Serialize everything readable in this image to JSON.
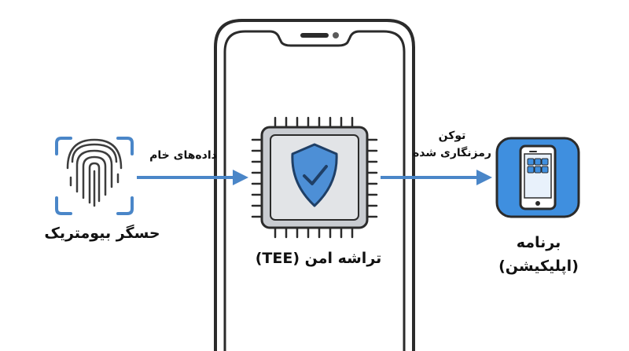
{
  "sensor": {
    "label": "حسگر بیومتریک"
  },
  "chip": {
    "label": "تراشه امن (TEE)"
  },
  "app": {
    "label_line1": "برنامه",
    "label_line2": "(اپلیکیشن)"
  },
  "arrows": {
    "raw_data": "داده‌های خام",
    "token_line1": "توکن",
    "token_line2": "رمزنگاری شده"
  },
  "icons": [
    "fingerprint-icon",
    "chip-icon",
    "shield-check-icon",
    "smartphone-app-icon"
  ],
  "colors": {
    "outline": "#2b2b2b",
    "arrow": "#4a86c8",
    "shield": "#4d8fd6",
    "chip_fill": "#c9ccd1",
    "app_bg": "#3f8fdf",
    "sensor_frame": "#4a86c8"
  }
}
